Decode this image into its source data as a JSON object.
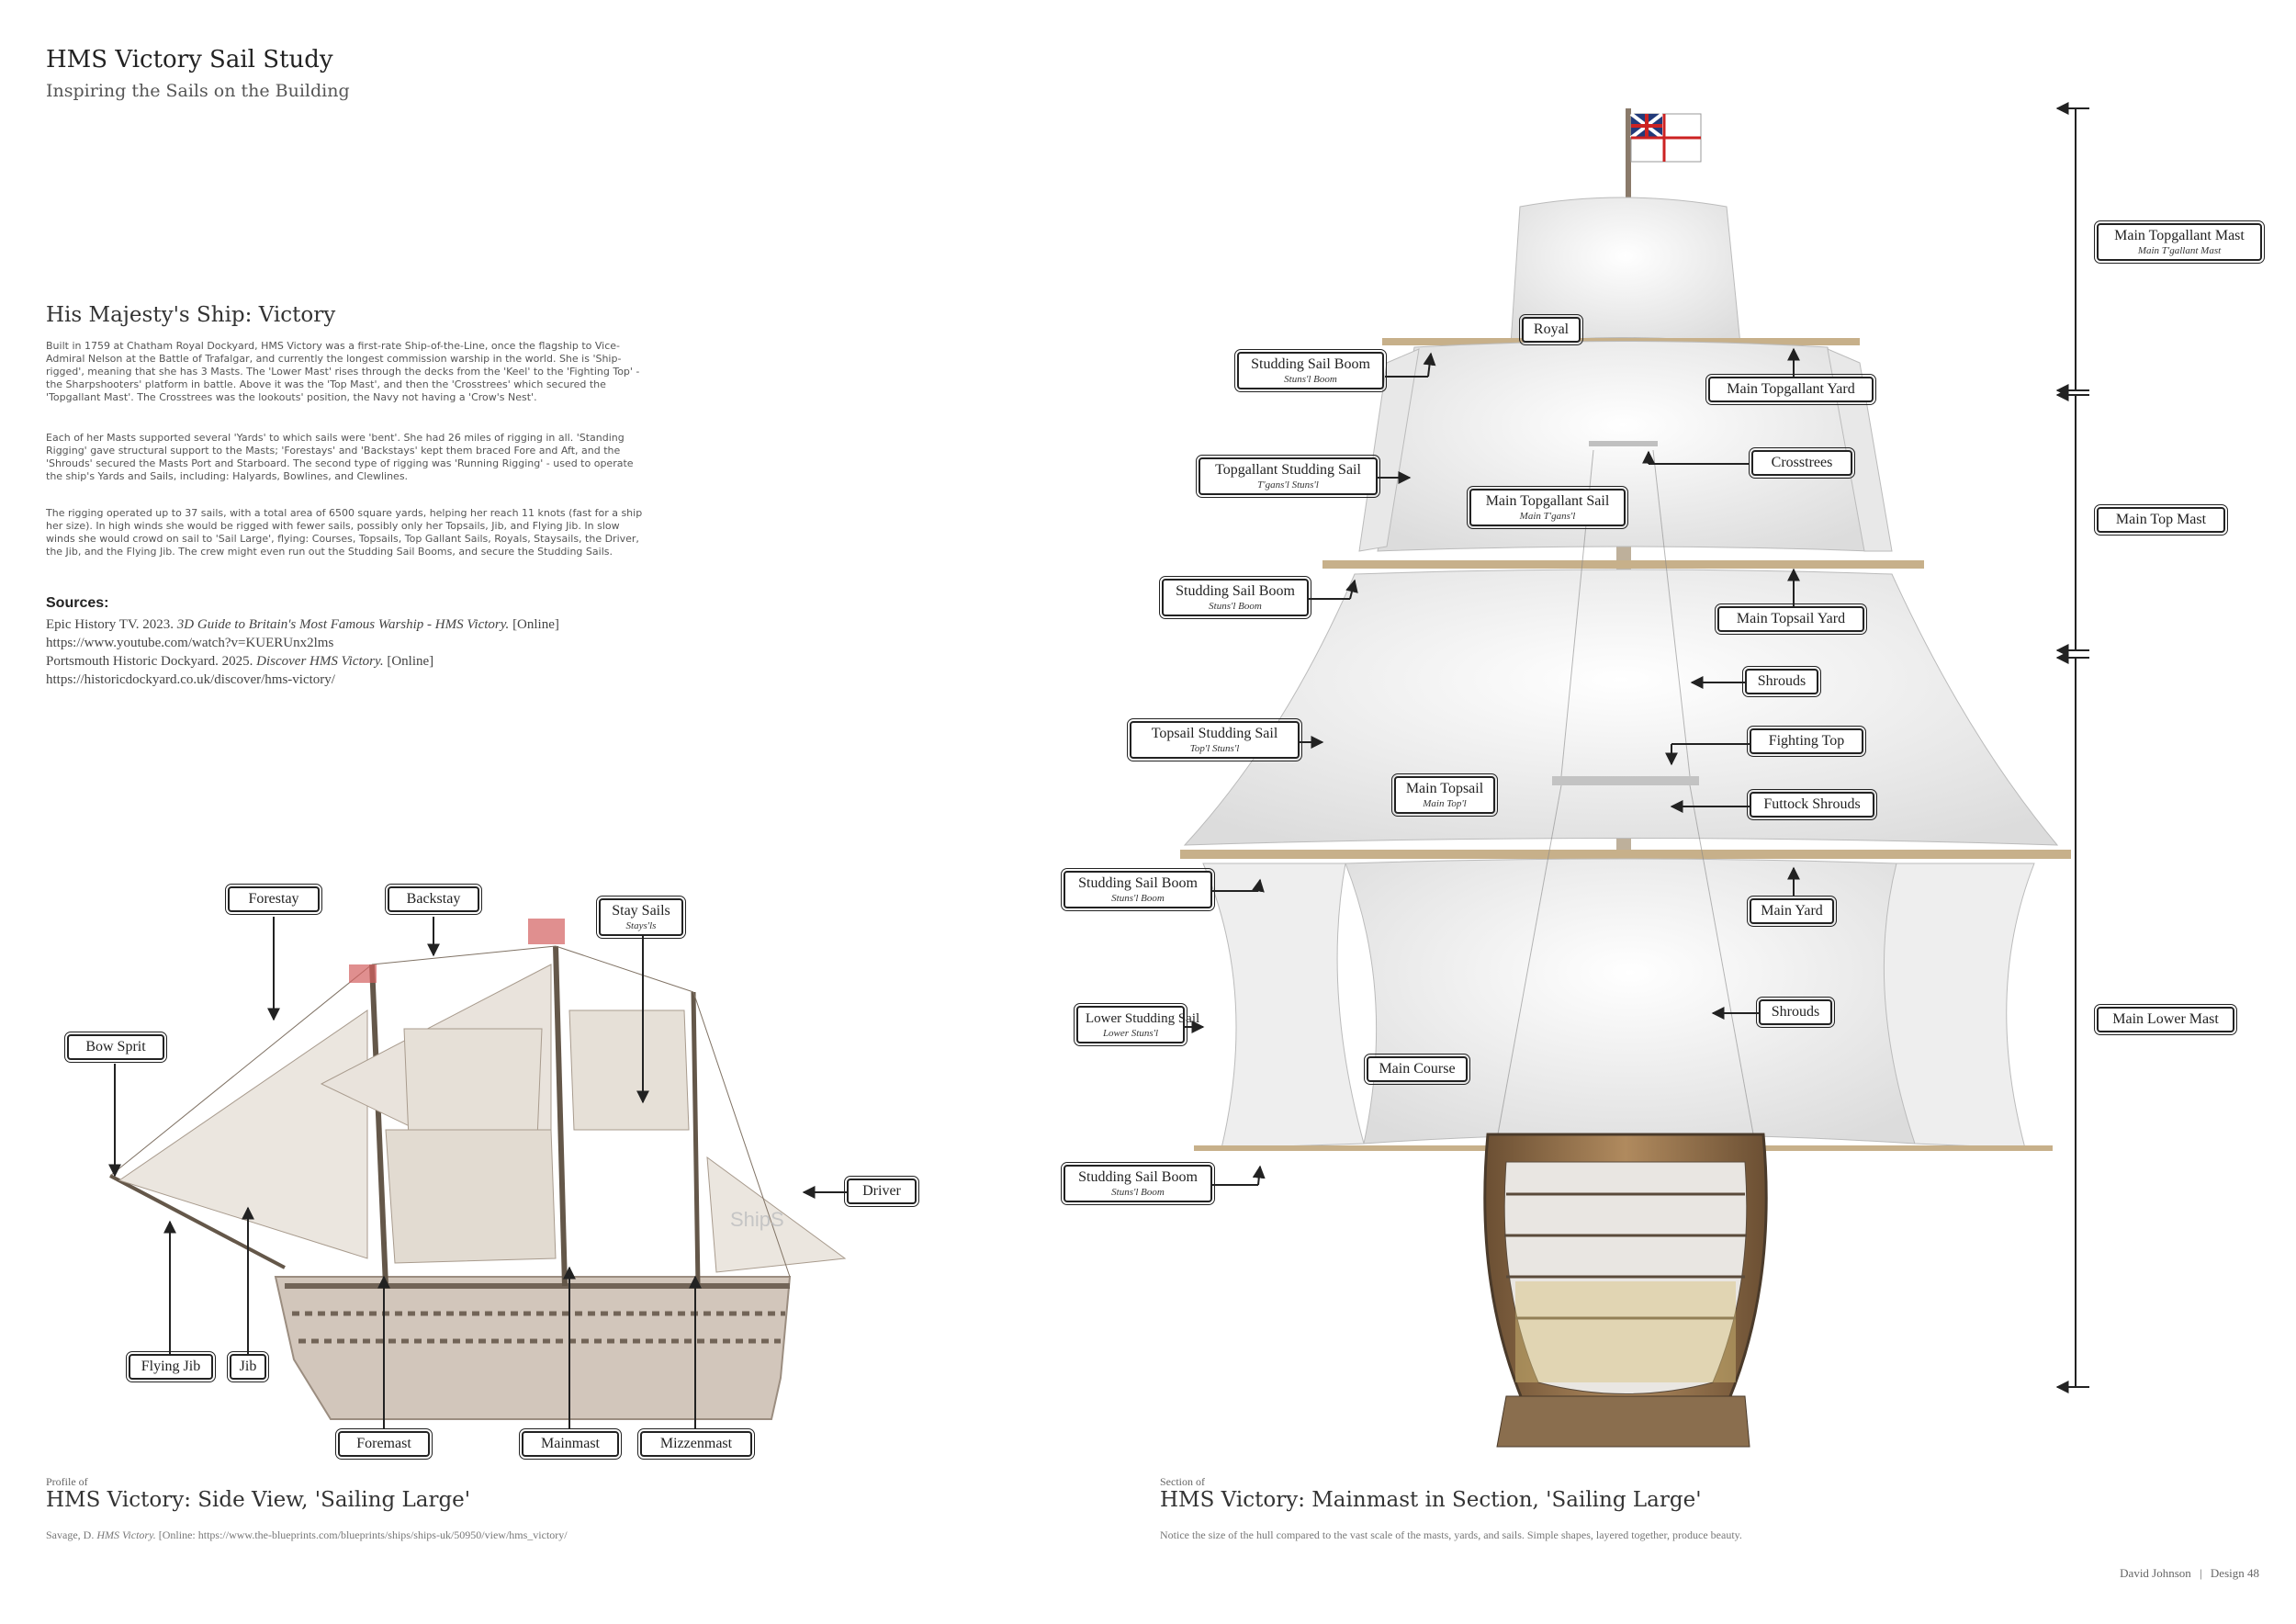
{
  "header": {
    "title": "HMS Victory Sail Study",
    "subtitle": "Inspiring the Sails on the Building"
  },
  "intro": {
    "heading": "His Majesty's Ship: Victory",
    "paragraphs": [
      "Built in 1759 at Chatham Royal Dockyard, HMS Victory was a first-rate Ship-of-the-Line, once the flagship to Vice-Admiral Nelson at the Battle of Trafalgar, and currently the longest commission warship in the world. She is 'Ship-rigged', meaning that she has 3 Masts. The 'Lower Mast' rises through the decks from the 'Keel' to the 'Fighting Top' - the Sharpshooters' platform in battle. Above it was the 'Top Mast', and then the 'Crosstrees' which secured the 'Topgallant Mast'. The Crosstrees was the lookouts' position, the Navy not having a 'Crow's Nest'.",
      "Each of her Masts supported several 'Yards' to which sails were 'bent'. She had 26 miles of rigging in all. 'Standing Rigging' gave structural support to the Masts; 'Forestays' and 'Backstays' kept them braced Fore and Aft, and the 'Shrouds' secured the Masts Port and Starboard. The second type of rigging was 'Running Rigging' - used to operate the ship's Yards and Sails, including: Halyards, Bowlines, and Clewlines.",
      "The rigging operated up to 37 sails, with a total area of 6500 square yards, helping her reach 11 knots (fast for a ship her size). In high winds she would be rigged with fewer sails, possibly only her Topsails, Jib, and Flying Jib. In slow winds she would crowd on sail to 'Sail Large', flying: Courses, Topsails, Top Gallant Sails, Royals, Staysails, the Driver, the Jib, and the Flying Jib. The crew might even run out the Studding Sail Booms, and secure the Studding Sails."
    ]
  },
  "sources": {
    "heading": "Sources:",
    "entries": [
      {
        "pre": "Epic History TV. 2023.",
        "title": "3D Guide to Britain's Most Famous Warship - HMS Victory.",
        "post": "[Online] https://www.youtube.com/watch?v=KUERUnx2lms"
      },
      {
        "pre": "Portsmouth Historic Dockyard. 2025.",
        "title": "Discover HMS Victory.",
        "post": "[Online] https://historicdockyard.co.uk/discover/hms-victory/"
      }
    ]
  },
  "side_view": {
    "caption_small": "Profile of",
    "caption_big": "HMS Victory: Side View, 'Sailing Large'",
    "credit_pre": "Savage, D.",
    "credit_title": "HMS Victory.",
    "credit_post": "[Online: https://www.the-blueprints.com/blueprints/ships/ships-uk/50950/view/hms_victory/",
    "watermark": "ShipS",
    "labels": {
      "forestay": "Forestay",
      "backstay": "Backstay",
      "stay_sails": "Stay Sails",
      "stay_sails_sub": "Stays'ls",
      "bow_sprit": "Bow Sprit",
      "driver": "Driver",
      "flying_jib": "Flying Jib",
      "jib": "Jib",
      "foremast": "Foremast",
      "mainmast": "Mainmast",
      "mizzenmast": "Mizzenmast"
    }
  },
  "section_view": {
    "caption_small": "Section of",
    "caption_big": "HMS Victory: Mainmast in Section, 'Sailing Large'",
    "note": "Notice the size of the hull compared to the vast scale of the masts, yards, and sails. Simple shapes, layered together, produce beauty.",
    "labels": {
      "royal": "Royal",
      "studding_sail_boom_1": "Studding Sail Boom",
      "studding_sail_boom_1_sub": "Stuns'l Boom",
      "main_topgallant_yard": "Main Topgallant Yard",
      "topgallant_studding_sail": "Topgallant Studding Sail",
      "topgallant_studding_sail_sub": "T'gans'l Stuns'l",
      "crosstrees": "Crosstrees",
      "main_topgallant_sail": "Main Topgallant Sail",
      "main_topgallant_sail_sub": "Main T'gans'l",
      "studding_sail_boom_2": "Studding Sail Boom",
      "studding_sail_boom_2_sub": "Stuns'l Boom",
      "main_topsail_yard": "Main Topsail Yard",
      "shrouds_upper": "Shrouds",
      "topsail_studding_sail": "Topsail Studding Sail",
      "topsail_studding_sail_sub": "Top'l Stuns'l",
      "fighting_top": "Fighting Top",
      "main_topsail": "Main Topsail",
      "main_topsail_sub": "Main Top'l",
      "futtock_shrouds": "Futtock Shrouds",
      "studding_sail_boom_3": "Studding Sail Boom",
      "studding_sail_boom_3_sub": "Stuns'l Boom",
      "main_yard": "Main Yard",
      "lower_studding_sail": "Lower Studding Sail",
      "lower_studding_sail_sub": "Lower Stuns'l",
      "shrouds_lower": "Shrouds",
      "main_course": "Main Course",
      "studding_sail_boom_4": "Studding Sail Boom",
      "studding_sail_boom_4_sub": "Stuns'l Boom",
      "main_topgallant_mast": "Main Topgallant Mast",
      "main_topgallant_mast_sub": "Main T'gallant Mast",
      "main_top_mast": "Main Top Mast",
      "main_lower_mast": "Main Lower Mast"
    }
  },
  "footer": {
    "author": "David Johnson",
    "separator": "|",
    "page": "Design 48"
  }
}
